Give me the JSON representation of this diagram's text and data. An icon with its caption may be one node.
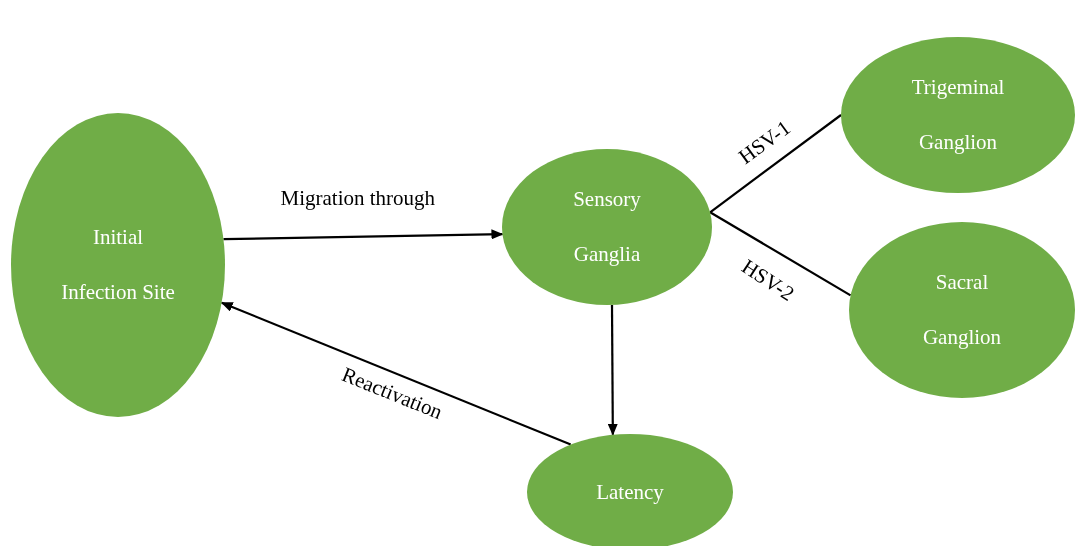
{
  "diagram": {
    "nodes": [
      {
        "text": [
          "Initial Infection Site"
        ]
      },
      {
        "text": [
          "Sensory Ganglia"
        ]
      },
      {
        "text": [
          "Trigeminal Ganglion"
        ]
      },
      {
        "text": [
          "Sacral Ganglion"
        ]
      },
      {
        "text": [
          "Latency"
        ]
      }
    ],
    "edges": [
      {
        "from": 0,
        "to": 1,
        "arrow": "to",
        "label": "Migration through"
      },
      {
        "from": 1,
        "to": 2,
        "arrow": "none",
        "label": "HSV-1"
      },
      {
        "from": 1,
        "to": 3,
        "arrow": "none",
        "label": "HSV-2"
      },
      {
        "from": 1,
        "to": 4,
        "arrow": "to"
      },
      {
        "from": 4,
        "to": 0,
        "arrow": "to",
        "label": "Reactivation"
      }
    ]
  }
}
